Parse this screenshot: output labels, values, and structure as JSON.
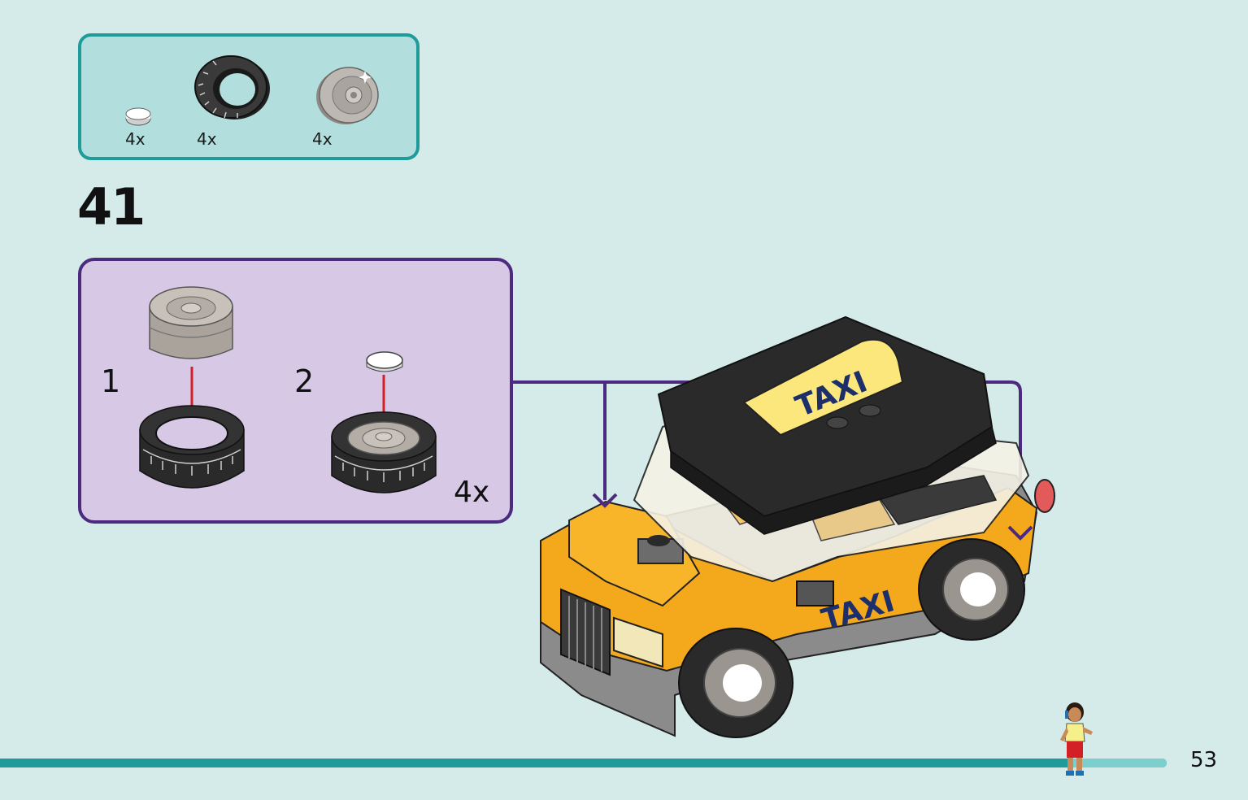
{
  "parts_list": {
    "items": [
      {
        "name": "white-round-tile",
        "qty": "4x"
      },
      {
        "name": "black-tire",
        "qty": "4x"
      },
      {
        "name": "grey-wheel-rim",
        "qty": "4x"
      }
    ]
  },
  "step": {
    "number": "41"
  },
  "sub_assembly": {
    "steps": [
      {
        "label": "1"
      },
      {
        "label": "2"
      }
    ],
    "multiplier": "4x"
  },
  "model": {
    "sign_text": "TAXI",
    "door_text": "TAXI"
  },
  "footer": {
    "page_number": "53"
  },
  "colors": {
    "background": "#d5ebea",
    "parts_box_border": "#1f9c9a",
    "sub_box_border": "#4b2a7f",
    "sub_box_fill": "#d7c8e6",
    "taxi_yellow": "#f4a81c",
    "roof_black": "#2a2a2a",
    "arrow_red": "#d32027"
  }
}
